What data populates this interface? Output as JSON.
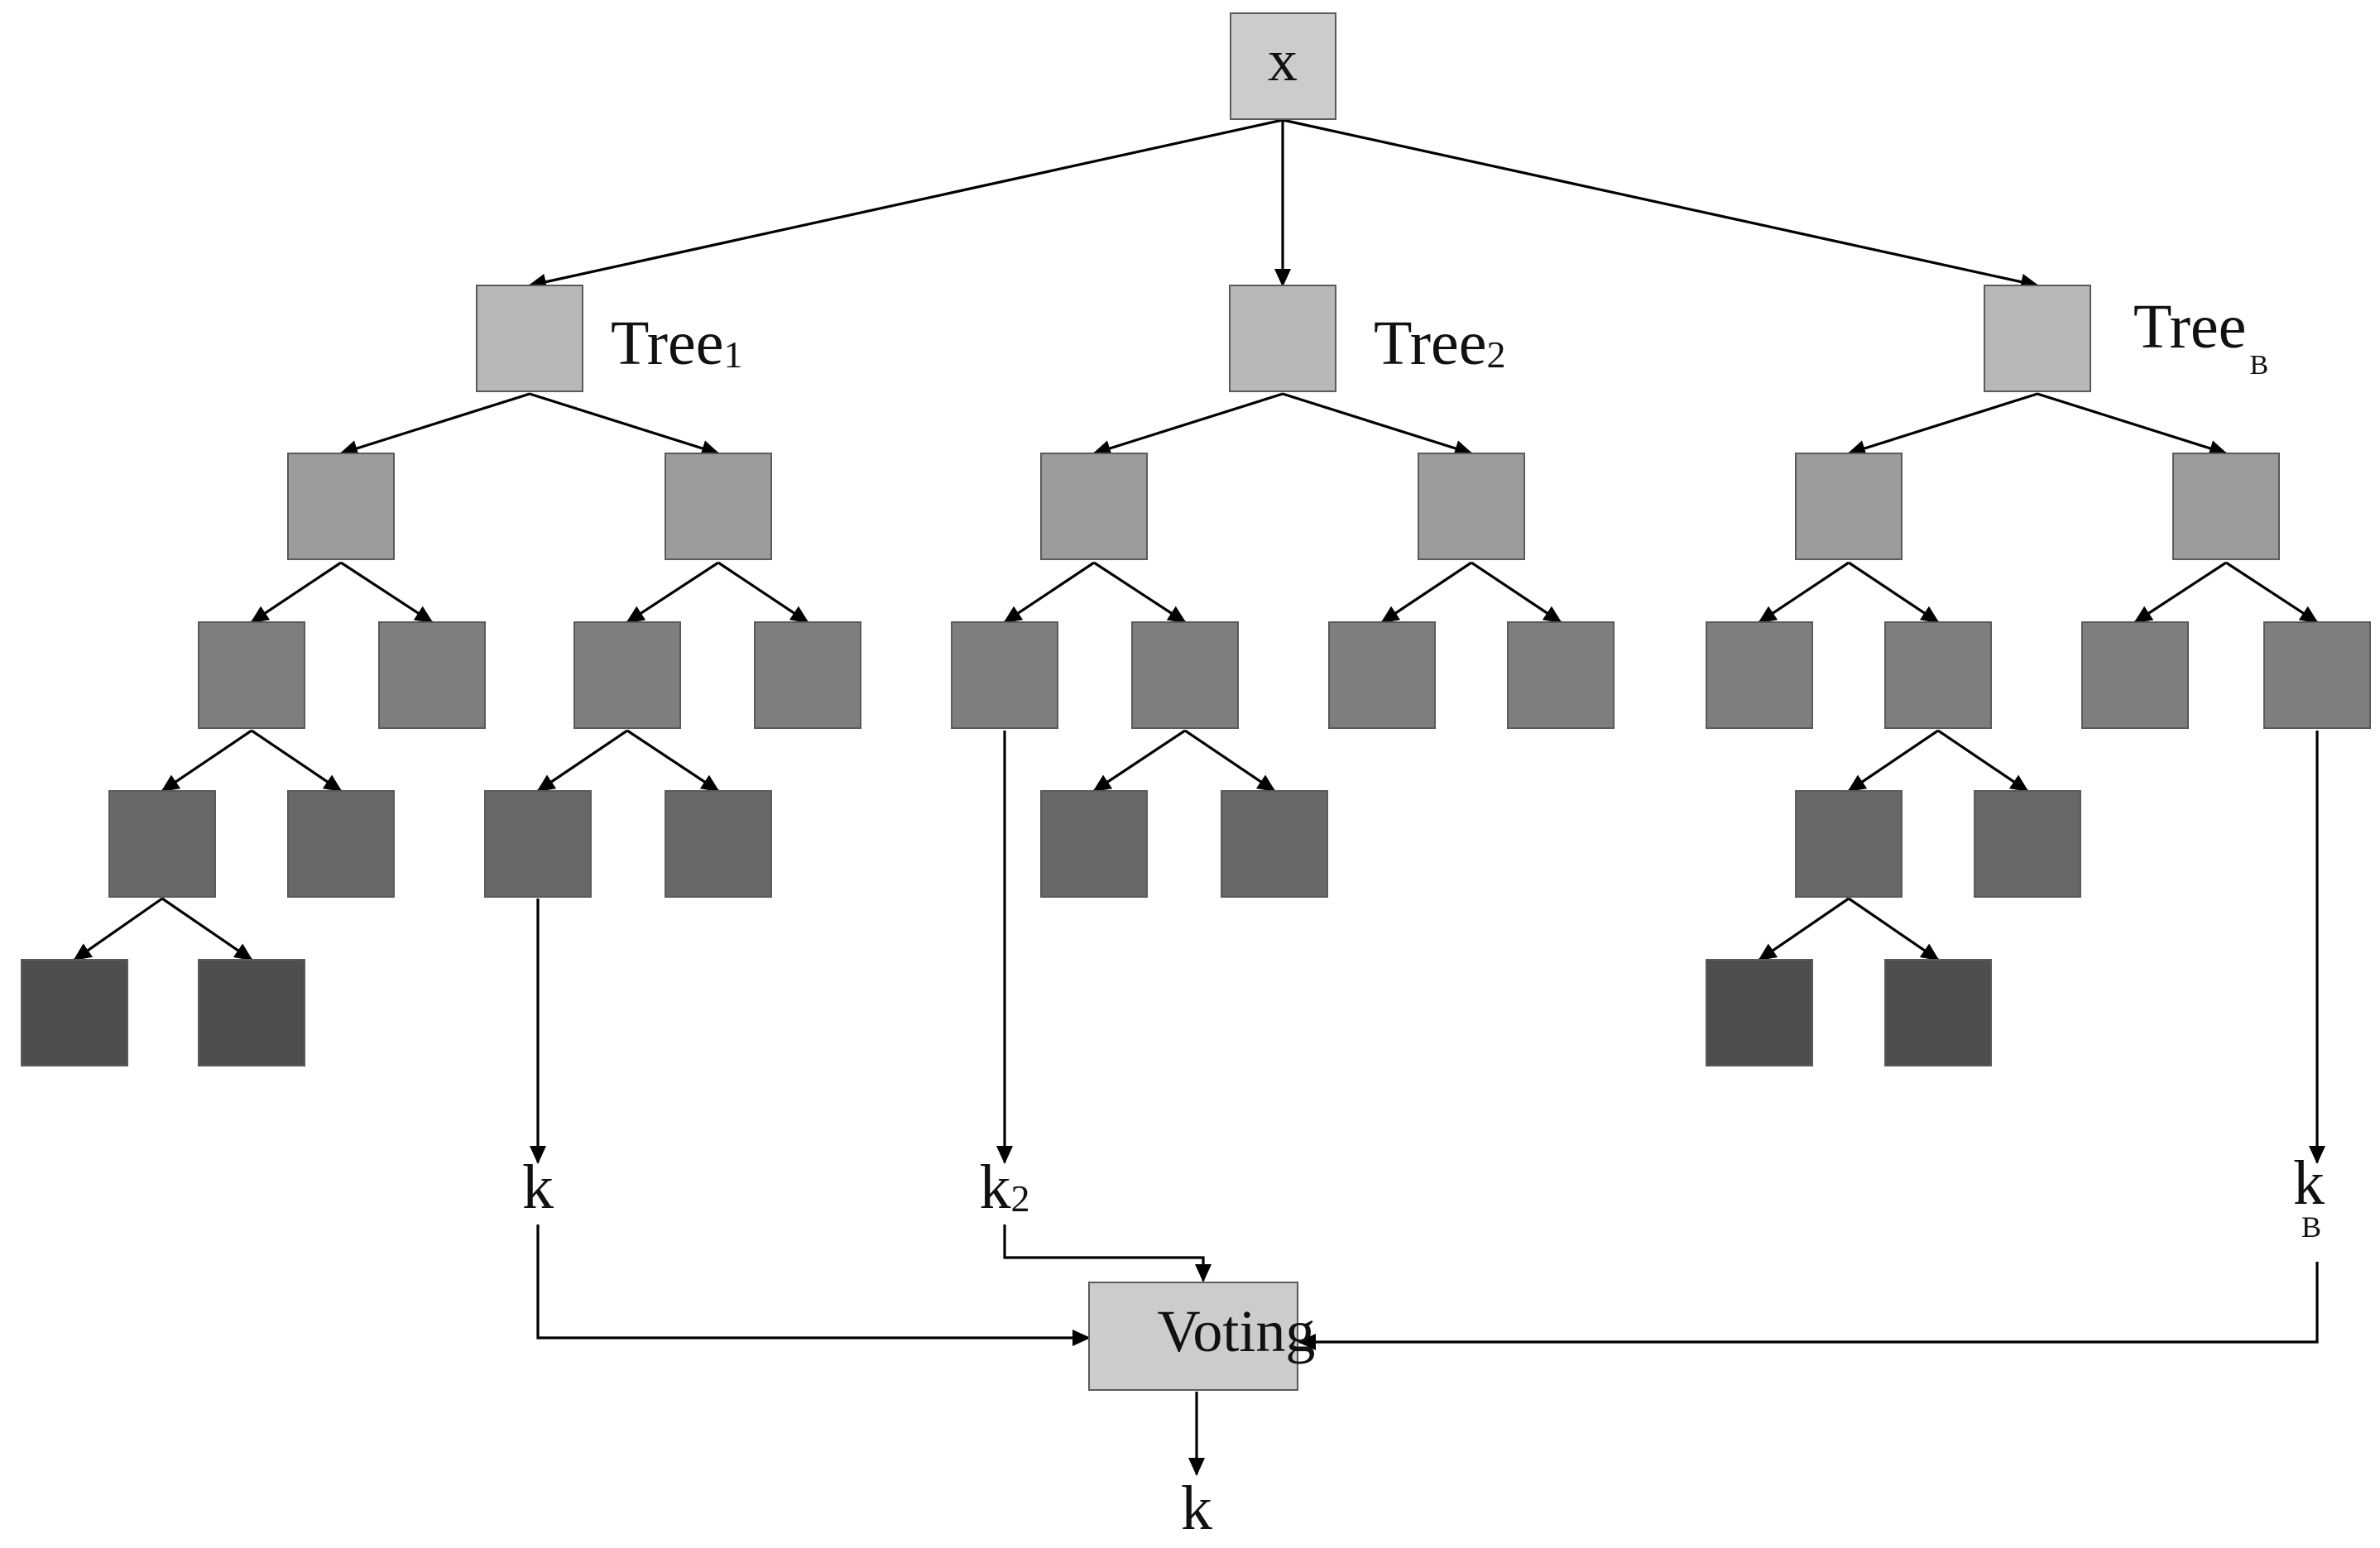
{
  "diagram": {
    "input": {
      "label": "x"
    },
    "trees": [
      {
        "label": "Tree",
        "subscript": "1"
      },
      {
        "label": "Tree",
        "subscript": "2"
      },
      {
        "label": "Tree",
        "subscript": "B"
      }
    ],
    "outputs": [
      {
        "label": "k",
        "subscript": ""
      },
      {
        "label": "k",
        "subscript": "2"
      },
      {
        "label": "k",
        "subscript": "B"
      }
    ],
    "aggregator": {
      "label": "Voting"
    },
    "final_output": {
      "label": "k"
    },
    "colors": {
      "input_fill": "#cccccc",
      "level1_fill": "#b8b8b8",
      "level2_fill": "#9c9c9c",
      "level3_fill": "#7e7e7e",
      "level4_fill": "#676767",
      "level5_fill": "#4e4e4e",
      "voting_fill": "#cccccc",
      "edge_color": "#000000"
    }
  }
}
